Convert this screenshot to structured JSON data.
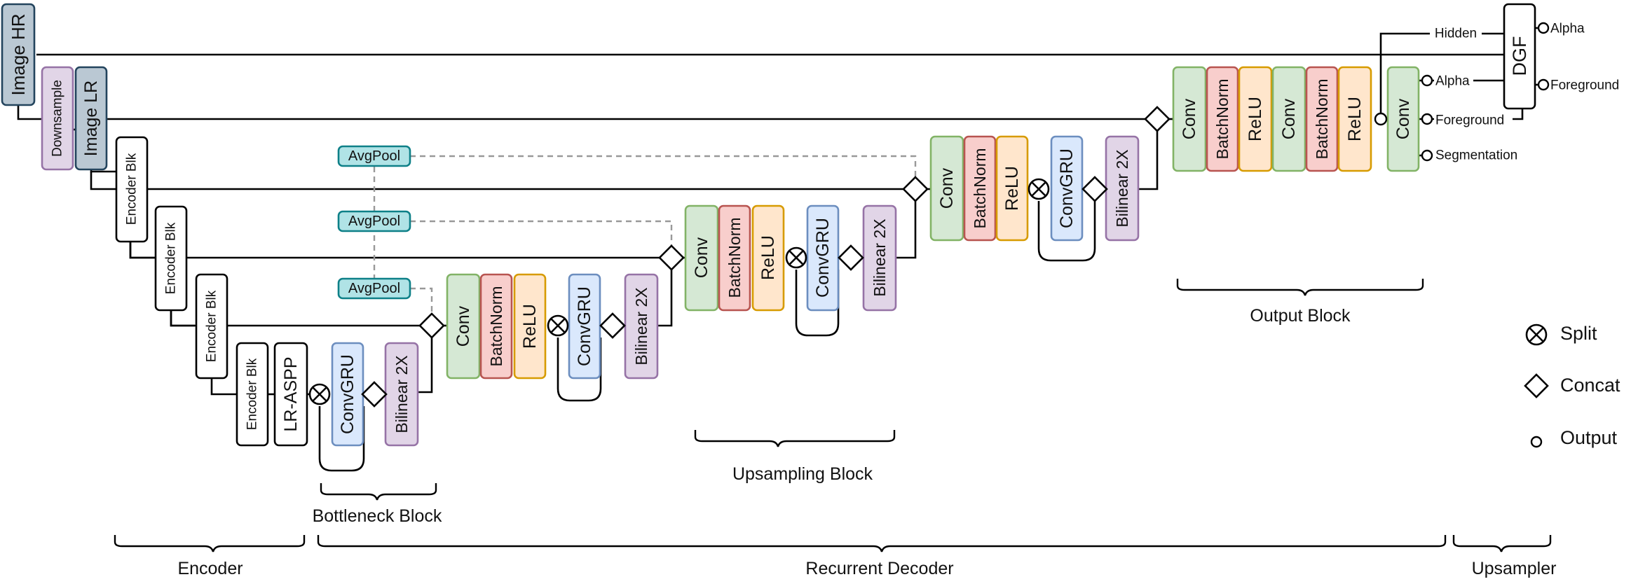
{
  "colors": {
    "green": {
      "fill": "#d5e8d4",
      "stroke": "#82b366"
    },
    "red": {
      "fill": "#f8cecc",
      "stroke": "#b85450"
    },
    "orange": {
      "fill": "#ffe6cc",
      "stroke": "#d79b00"
    },
    "blue": {
      "fill": "#dae8fc",
      "stroke": "#6c8ebf"
    },
    "purple": {
      "fill": "#e1d5e7",
      "stroke": "#9673a6"
    },
    "slate": {
      "fill": "#bac8d3",
      "stroke": "#23445d"
    },
    "teal": {
      "fill": "#b0e3e6",
      "stroke": "#0e8088"
    },
    "white": {
      "fill": "#ffffff",
      "stroke": "#000000"
    }
  },
  "inputs": {
    "image_hr": "Image HR",
    "downsample": "Downsample",
    "image_lr": "Image LR"
  },
  "encoder": {
    "blk1": "Encoder Blk",
    "blk2": "Encoder Blk",
    "blk3": "Encoder Blk",
    "blk4": "Encoder Blk",
    "aspp": "LR-ASPP"
  },
  "avgpool": [
    "AvgPool",
    "AvgPool",
    "AvgPool"
  ],
  "bottleneck": {
    "convgru": "ConvGRU",
    "bilinear": "Bilinear 2X"
  },
  "up1": {
    "conv": "Conv",
    "bn": "BatchNorm",
    "relu": "ReLU",
    "convgru": "ConvGRU",
    "bilinear": "Bilinear 2X"
  },
  "up2": {
    "conv": "Conv",
    "bn": "BatchNorm",
    "relu": "ReLU",
    "convgru": "ConvGRU",
    "bilinear": "Bilinear 2X"
  },
  "up3": {
    "conv": "Conv",
    "bn": "BatchNorm",
    "relu": "ReLU",
    "convgru": "ConvGRU",
    "bilinear": "Bilinear 2X"
  },
  "output_block": {
    "conv1": "Conv",
    "bn1": "BatchNorm",
    "relu1": "ReLU",
    "conv2": "Conv",
    "bn2": "BatchNorm",
    "relu2": "ReLU",
    "conv3": "Conv"
  },
  "dgf": "DGF",
  "output_labels": {
    "hidden": "Hidden",
    "alpha_final": "Alpha",
    "foreground_final": "Foreground",
    "alpha": "Alpha",
    "foreground": "Foreground",
    "segmentation": "Segmentation"
  },
  "section_labels": {
    "output_block": "Output Block",
    "upsampling_block": "Upsampling Block",
    "bottleneck_block": "Bottleneck Block",
    "encoder": "Encoder",
    "recurrent_decoder": "Recurrent Decoder",
    "upsampler": "Upsampler"
  },
  "legend": {
    "split": "Split",
    "concat": "Concat",
    "output": "Output"
  }
}
